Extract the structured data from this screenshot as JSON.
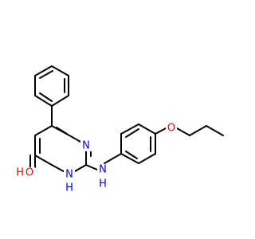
{
  "molecule": {
    "atom_labels": {
      "n1": "N",
      "n2": "N",
      "h2": "H",
      "o_keto": "O",
      "h_keto": "H",
      "n_amine": "N",
      "h_amine": "H",
      "o_ether": "O"
    },
    "colors": {
      "bond": "#000000",
      "nitrogen": "#0000ff",
      "oxygen": "#ff0000"
    }
  }
}
